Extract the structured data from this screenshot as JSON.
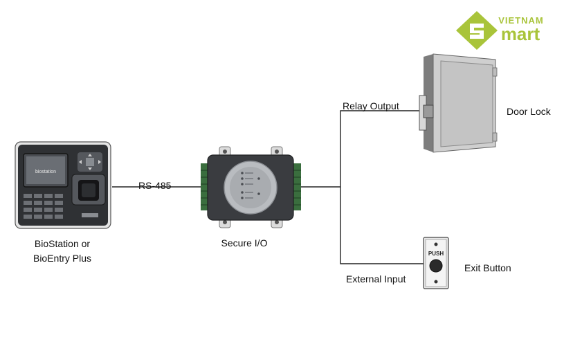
{
  "logo": {
    "top_text": "VIETNAM",
    "bottom_text": "mart",
    "color": "#a9c43a"
  },
  "nodes": {
    "reader": {
      "line1": "BioStation or",
      "line2": "BioEntry Plus",
      "screen_brand": "biostation"
    },
    "controller": {
      "label": "Secure I/O"
    },
    "door": {
      "label": "Door Lock"
    },
    "exit": {
      "label": "Exit Button",
      "button_text": "PUSH"
    }
  },
  "edges": {
    "rs485": {
      "label": "RS-485"
    },
    "relay": {
      "label": "Relay Output"
    },
    "external": {
      "label": "External Input"
    }
  },
  "colors": {
    "line": "#222222",
    "device_body": "#3a3c40",
    "door": "#c9c9c9"
  }
}
